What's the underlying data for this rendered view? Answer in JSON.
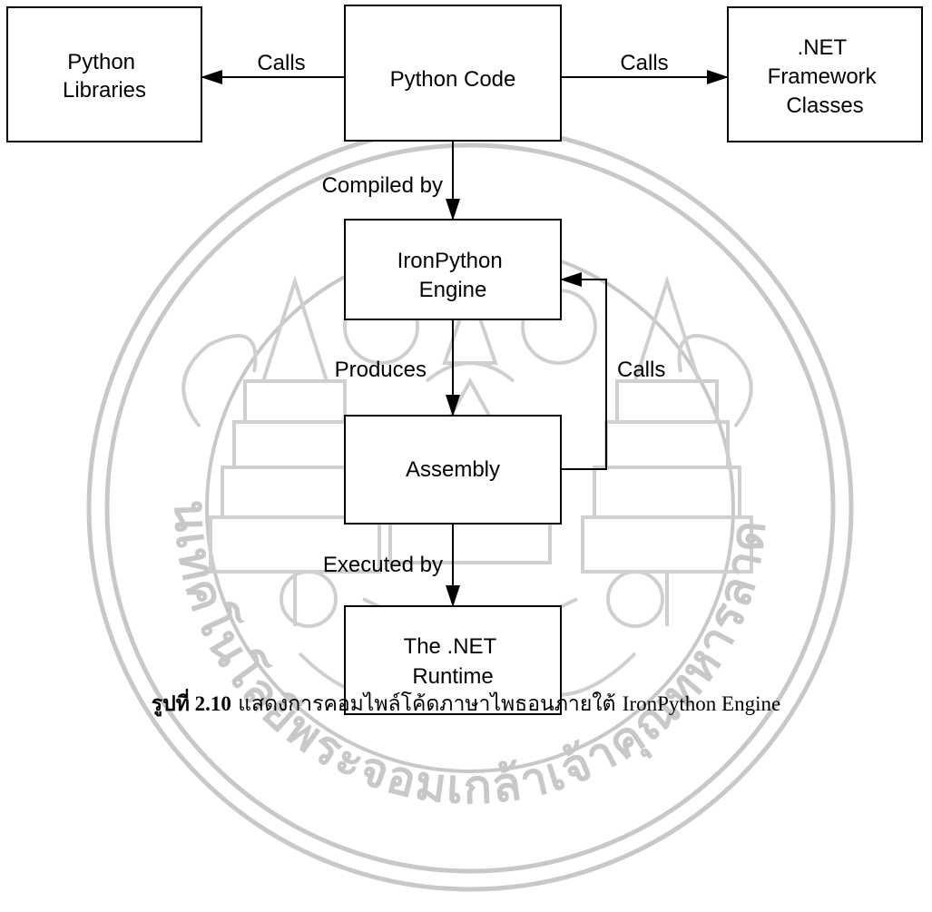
{
  "watermark": {
    "seal_text": "สถาบันเทคโนโลยีพระจอมเกล้าเจ้าคุณทหารลาดกระบัง",
    "color": "#c8c8c8"
  },
  "nodes": {
    "python_libraries": {
      "lines": [
        "Python",
        "Libraries"
      ]
    },
    "python_code": {
      "lines": [
        "Python Code"
      ]
    },
    "net_framework": {
      "lines": [
        ".NET",
        "Framework",
        "Classes"
      ]
    },
    "ironpython_engine": {
      "lines": [
        "IronPython",
        "Engine"
      ]
    },
    "assembly": {
      "lines": [
        "Assembly"
      ]
    },
    "net_runtime": {
      "lines": [
        "The .NET",
        "Runtime"
      ]
    }
  },
  "edges": {
    "calls_left": "Calls",
    "calls_right": "Calls",
    "compiled_by": "Compiled by",
    "produces": "Produces",
    "calls_back": "Calls",
    "executed_by": "Executed by"
  },
  "caption": {
    "label": "รูปที่ 2.10",
    "text": " แสดงการคอมไพล์โค้ดภาษาไพธอนภายใต้ ",
    "latin": "IronPython Engine"
  },
  "colors": {
    "stroke": "#000000",
    "box_fill": "#ffffff",
    "watermark": "#c8c8c8"
  }
}
